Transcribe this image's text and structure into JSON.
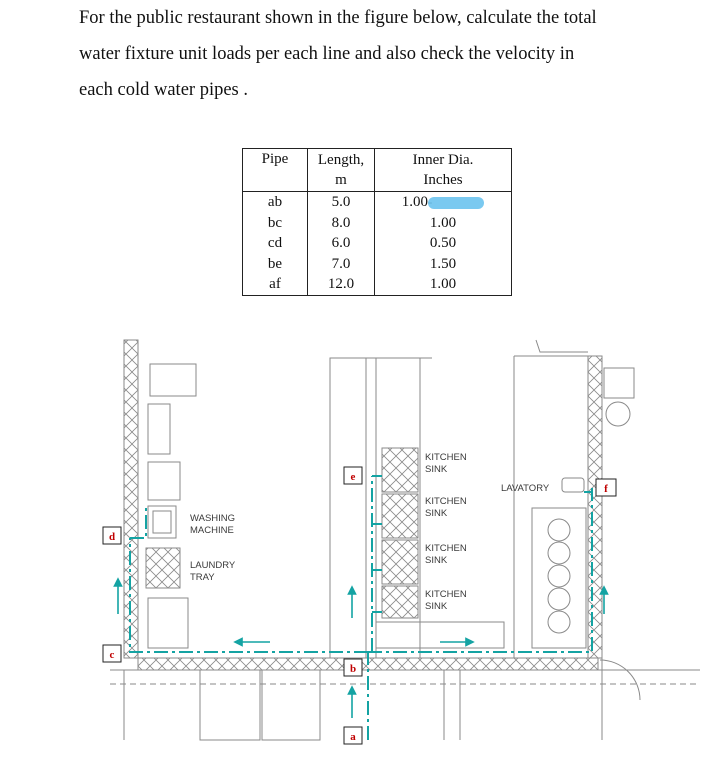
{
  "problem": {
    "line1": "For the public restaurant shown in the figure below, calculate the total",
    "line2": "water fixture unit loads per each line and also check the  velocity in",
    "line3": "each cold water pipes ."
  },
  "table": {
    "headers": {
      "pipe": "Pipe",
      "length_1": "Length,",
      "length_2": "m",
      "dia_1": "Inner Dia.",
      "dia_2": "Inches"
    },
    "rows": [
      {
        "pipe": "ab",
        "length": "5.0",
        "dia": "1.00"
      },
      {
        "pipe": "bc",
        "length": "8.0",
        "dia": "1.00"
      },
      {
        "pipe": "cd",
        "length": "6.0",
        "dia": "0.50"
      },
      {
        "pipe": "be",
        "length": "7.0",
        "dia": "1.50"
      },
      {
        "pipe": "af",
        "length": "12.0",
        "dia": "1.00"
      }
    ]
  },
  "plan": {
    "fixtures": {
      "washing_1": "WASHING",
      "washing_2": "MACHINE",
      "laundry_1": "LAUNDRY",
      "laundry_2": "TRAY",
      "kitchen_1": "KITCHEN",
      "kitchen_2": "SINK",
      "lavatory": "LAVATORY"
    },
    "nodes": {
      "a": "a",
      "b": "b",
      "c": "c",
      "d": "d",
      "e": "e",
      "f": "f"
    },
    "colors": {
      "pipe": "#14a3a3",
      "node_label": "#c00000",
      "lines": "#8a8a8a"
    }
  }
}
